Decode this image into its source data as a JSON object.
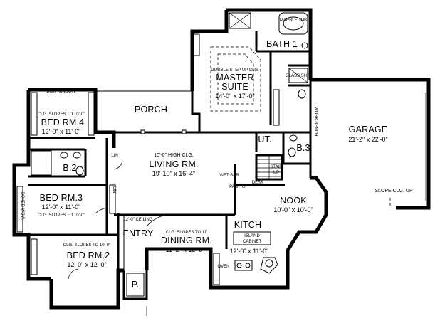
{
  "rooms": {
    "garage": {
      "name": "GARAGE",
      "dims": "21'-2\" x 22'-0\"",
      "note": "SLOPE CLG. UP"
    },
    "master": {
      "name_line1": "MASTER",
      "name_line2": "SUITE",
      "note": "DOUBLE STEP UP CLG.",
      "dims": "14'-0\" x 17'-0\""
    },
    "bath1": {
      "name": "BATH 1",
      "tub": "MARBLE TUB",
      "shower": "GLASS SHR."
    },
    "porch": {
      "name": "PORCH"
    },
    "bed4": {
      "name": "BED RM.4",
      "note": "CLG. SLOPES TO 10'-0\"",
      "dims": "12'-0\" x 11'-0\"",
      "window": "BOX WINDOW"
    },
    "living": {
      "name": "LIVING RM.",
      "note": "10'-0\" HIGH CLG.",
      "dims": "19'-10\" x 16'-4\"",
      "bar": "WET BAR"
    },
    "b2": {
      "name": "B.2"
    },
    "b3": {
      "name": "B.3"
    },
    "ut": {
      "name": "UT."
    },
    "bed3": {
      "name": "BED RM.3",
      "dims": "12'-0\" x 11'-0\"",
      "note": "CLG. SLOPES TO 10'-0\"",
      "window": "BOXED WDW."
    },
    "bed2": {
      "name": "BED RM.2",
      "note": "CLG. SLOPES TO 10'-0\"",
      "dims": "12'-0\" x 12'-0\""
    },
    "nook": {
      "name": "NOOK",
      "dims": "10'-0\" x 10'-0\""
    },
    "kitchen": {
      "name": "KITCH",
      "island_line1": "ISLAND",
      "island_line2": "CABINET",
      "dims": "12'-0\" x 11'-0\""
    },
    "dining": {
      "name": "DINING RM.",
      "note": "CLG. SLOPES TO 11'",
      "dims": "11'-2\" x 13'-6\""
    },
    "entry": {
      "name": "ENTRY",
      "note": "12'-0\" CEILING"
    },
    "patio": {
      "name": "P."
    }
  },
  "labels": {
    "lin1": "LIN",
    "lin2": "LIN",
    "stair_line1": "STAIR",
    "stair_line2": "UP",
    "desk": "DESK",
    "pantry": "PANTRY",
    "oven": "OVEN",
    "workbench": "WORK BENCH"
  }
}
